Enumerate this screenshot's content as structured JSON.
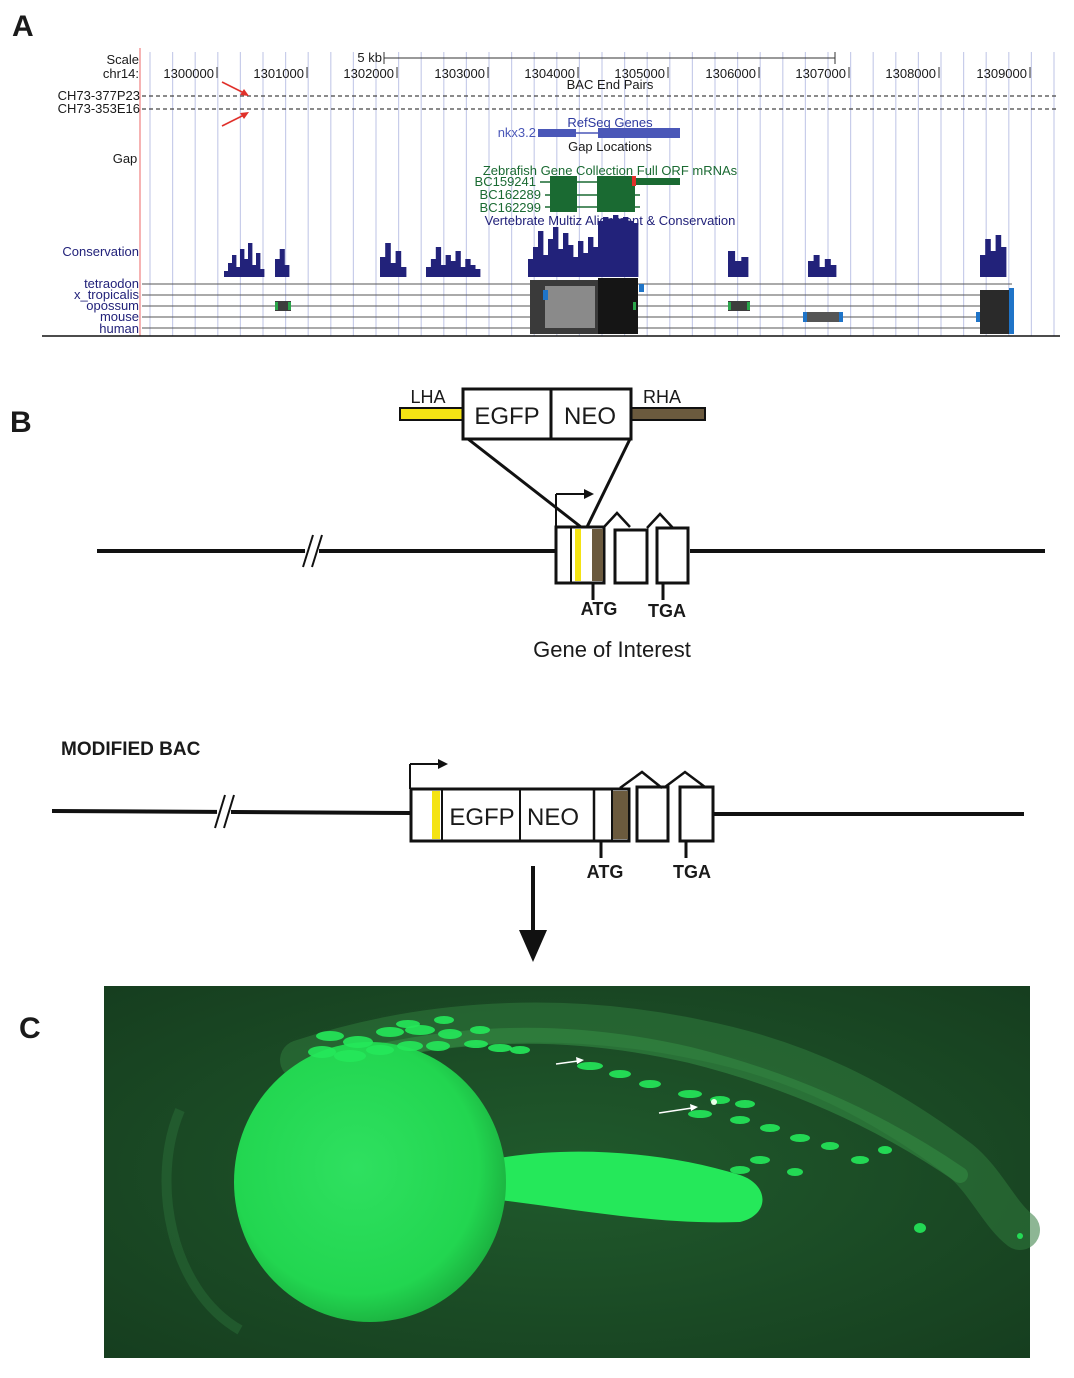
{
  "panels": {
    "a": "A",
    "b": "B",
    "c": "C"
  },
  "browser": {
    "scale_label": "Scale",
    "chrom_label": "chr14:",
    "scale_bar_label": "5 kb",
    "positions": [
      "1300000",
      "1301000",
      "1302000",
      "1303000",
      "1304000",
      "1305000",
      "1306000",
      "1307000",
      "1308000",
      "1309000"
    ],
    "bac_tracks": [
      "CH73-377P23",
      "CH73-353E16"
    ],
    "bac_end_pairs": "BAC End Pairs",
    "refseq_title": "RefSeq Genes",
    "refseq_gene": "nkx3.2",
    "gap_label": "Gap",
    "gap_locations": "Gap Locations",
    "zgc_title": "Zebrafish Gene Collection Full ORF mRNAs",
    "mrnas": [
      "BC159241",
      "BC162289",
      "BC162299"
    ],
    "multiz_title": "Vertebrate Multiz Alignment & Conservation",
    "conservation_label": "Conservation",
    "species": [
      "tetraodon",
      "x_tropicalis",
      "opossum",
      "mouse",
      "human"
    ],
    "colors": {
      "track_blue": "#22227a",
      "gene_blue": "#4a57b8",
      "mrna_green": "#1a6a32",
      "arrow_red": "#e0302a",
      "grid": "#c8cdea"
    }
  },
  "construct": {
    "lha": "LHA",
    "rha": "RHA",
    "egfp": "EGFP",
    "neo": "NEO",
    "atg": "ATG",
    "tga": "TGA",
    "gene_of_interest": "Gene of Interest",
    "modified_bac": "MODIFIED BAC",
    "colors": {
      "lha_yellow": "#f4e314",
      "rha_brown": "#6b5a3e"
    }
  },
  "image": {
    "background": "#1d4a26",
    "fluor": "#25e85a"
  }
}
